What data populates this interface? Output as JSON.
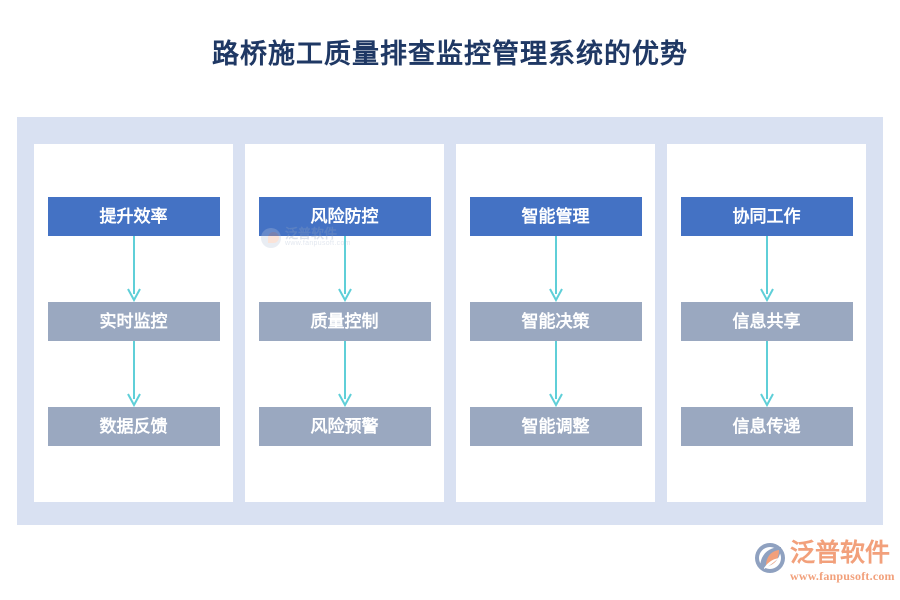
{
  "page": {
    "title": "路桥施工质量排查监控管理系统的优势",
    "title_color": "#1f3864",
    "background": "#ffffff",
    "panel_color": "#d9e1f2",
    "card_color": "#ffffff",
    "head_color": "#4472c4",
    "step_color": "#9aa8c0",
    "arrow_color": "#5fcfd8"
  },
  "columns": [
    {
      "head": {
        "label": "提升效率"
      },
      "steps": [
        {
          "label": "实时监控"
        },
        {
          "label": "数据反馈"
        }
      ]
    },
    {
      "head": {
        "label": "风险防控"
      },
      "steps": [
        {
          "label": "质量控制"
        },
        {
          "label": "风险预警"
        }
      ]
    },
    {
      "head": {
        "label": "智能管理"
      },
      "steps": [
        {
          "label": "智能决策"
        },
        {
          "label": "智能调整"
        }
      ]
    },
    {
      "head": {
        "label": "协同工作"
      },
      "steps": [
        {
          "label": "信息共享"
        },
        {
          "label": "信息传递"
        }
      ]
    }
  ],
  "watermark": {
    "name": "泛普软件",
    "url": "www.fanpusoft.com"
  },
  "brand": {
    "name": "泛普软件",
    "url": "www.fanpusoft.com",
    "color": "#f2a07b"
  }
}
